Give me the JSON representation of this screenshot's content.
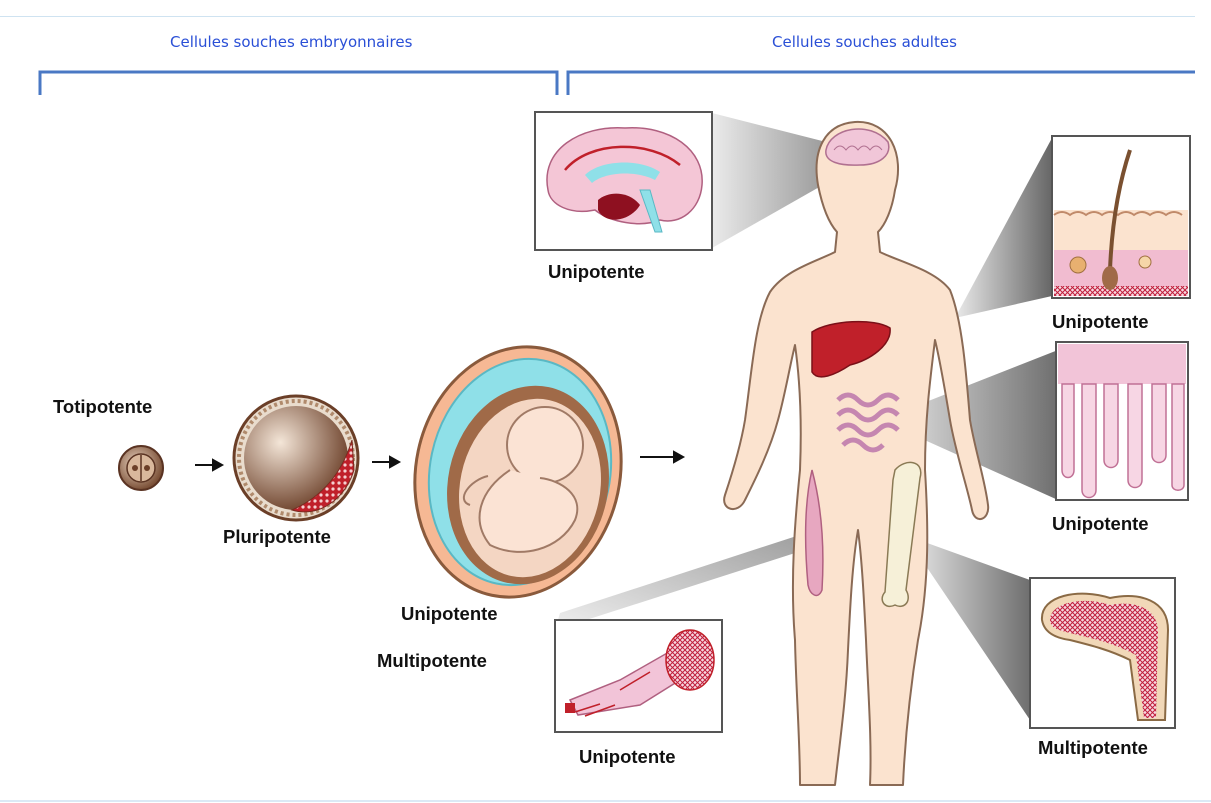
{
  "headers": {
    "embryonic": "Cellules souches embryonnaires",
    "adult": "Cellules souches adultes"
  },
  "labels": {
    "totipotent": "Totipotente",
    "pluripotent": "Pluripotente",
    "fetus_unipotent": "Unipotente",
    "fetus_multipotent": "Multipotente",
    "brain": "Unipotente",
    "skin": "Unipotente",
    "intestine": "Unipotente",
    "muscle": "Unipotente",
    "bone": "Multipotente"
  },
  "colors": {
    "header_text": "#2a4fd6",
    "bracket": "#4a78c4",
    "skin": "#fbe3cf",
    "outline": "#8a6a55",
    "organ_red": "#c0202a",
    "pink": "#f1c6d8",
    "amniotic": "#8fe0e8",
    "brown": "#8a5a3c"
  }
}
